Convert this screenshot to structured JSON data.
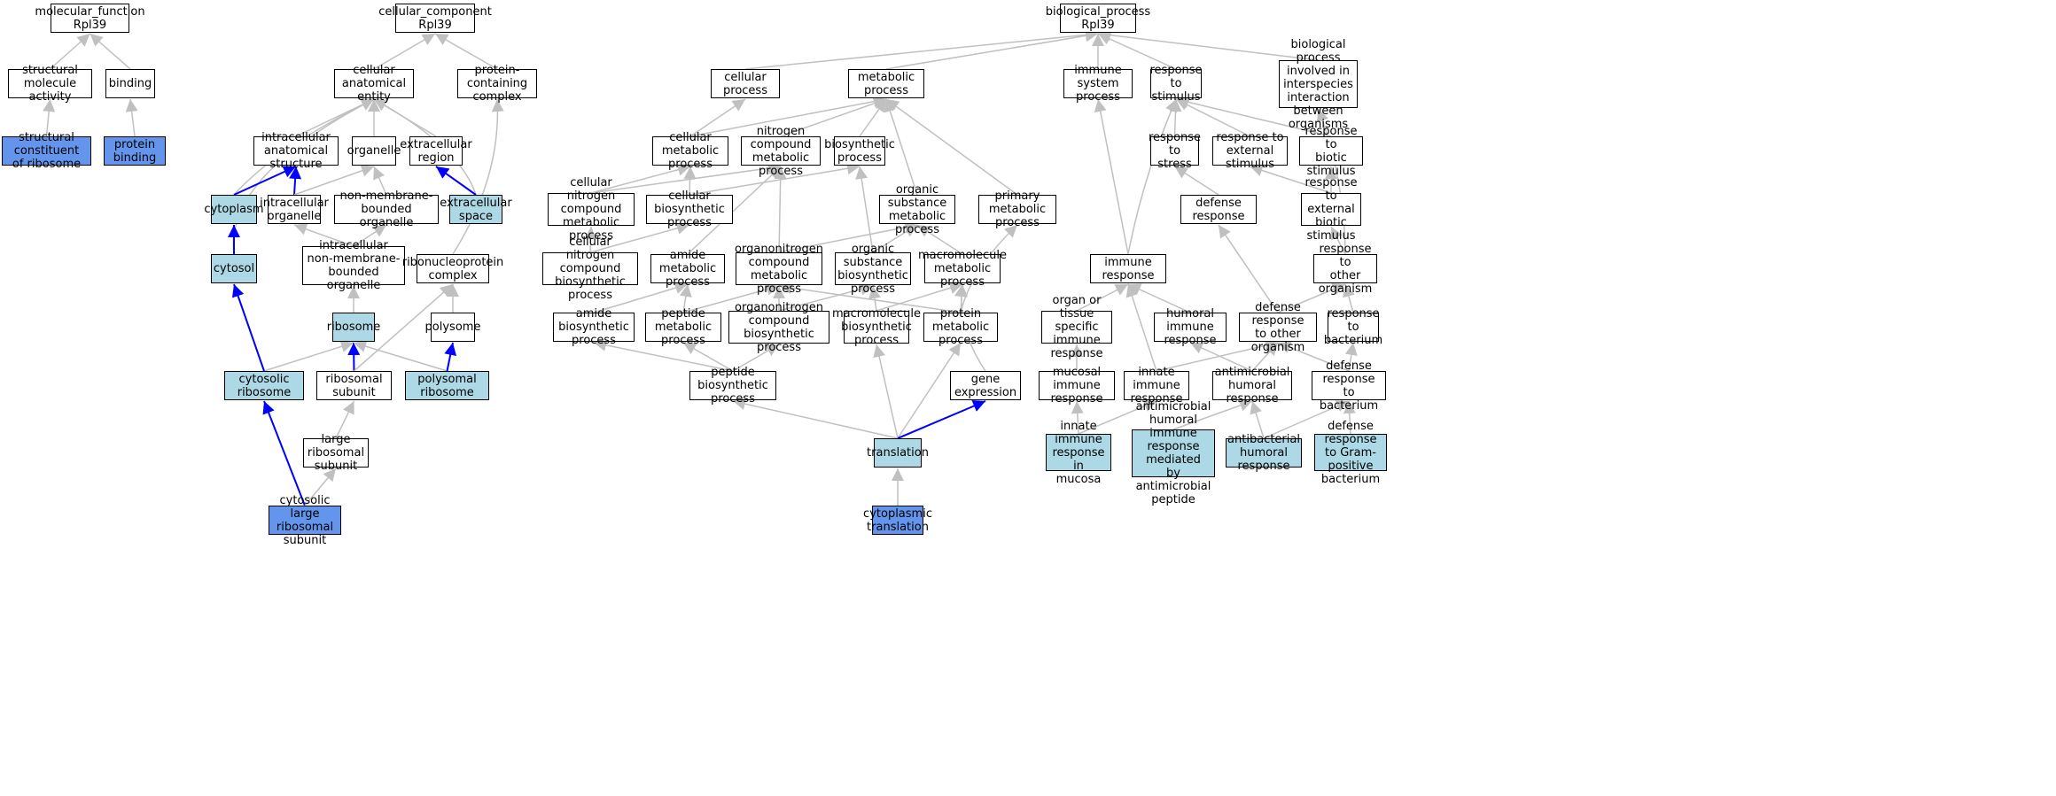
{
  "colors": {
    "edge_gray": "#c0c0c0",
    "edge_blue": "#0000ff",
    "light_fill": "#add8e6",
    "dark_fill": "#6495ed",
    "border": "#000000"
  },
  "nodes": {
    "mf": "molecular_function\nRpl39",
    "sma": "structural molecule\nactivity",
    "binding": "binding",
    "scr": "structural constituent\nof ribosome",
    "pb": "protein binding",
    "cc": "cellular_component\nRpl39",
    "cae": "cellular anatomical\nentity",
    "pcc": "protein-containing\ncomplex",
    "ias": "intracellular\nanatomical structure",
    "organelle": "organelle",
    "extreg": "extracellular\nregion",
    "cytoplasm": "cytoplasm",
    "io": "intracellular\norganelle",
    "nmbo": "non-membrane-bounded\norganelle",
    "extsp": "extracellular\nspace",
    "cytosol": "cytosol",
    "inmbo": "intracellular\nnon-membrane-bounded\norganelle",
    "rnpc": "ribonucleoprotein\ncomplex",
    "ribosome": "ribosome",
    "polysome": "polysome",
    "cytrib": "cytosolic ribosome",
    "ribsub": "ribosomal subunit",
    "polyrib": "polysomal ribosome",
    "lrs": "large ribosomal\nsubunit",
    "clrs": "cytosolic large\nribosomal subunit",
    "bp": "biological_process\nRpl39",
    "cp": "cellular process",
    "mp": "metabolic process",
    "isp": "immune system\nprocess",
    "rts": "response to\nstimulus",
    "bpii": "biological process\ninvolved in\ninterspecies\ninteraction\nbetween organisms",
    "cmp": "cellular metabolic\nprocess",
    "ncmp": "nitrogen compound\nmetabolic process",
    "biosyn": "biosynthetic\nprocess",
    "rtstress": "response to\nstress",
    "rtes": "response to\nexternal stimulus",
    "rtbs": "response to\nbiotic stimulus",
    "cncmp": "cellular nitrogen\ncompound metabolic\nprocess",
    "cbp": "cellular biosynthetic\nprocess",
    "osmp": "organic substance\nmetabolic process",
    "pmp": "primary metabolic\nprocess",
    "defresp": "defense response",
    "rtebs": "response to\nexternal biotic\nstimulus",
    "cncbp": "cellular nitrogen\ncompound biosynthetic\nprocess",
    "amp": "amide metabolic\nprocess",
    "oncmp": "organonitrogen\ncompound metabolic\nprocess",
    "osbp": "organic substance\nbiosynthetic\nprocess",
    "mmp": "macromolecule\nmetabolic process",
    "ir": "immune response",
    "rtoo": "response to\nother organism",
    "abp": "amide biosynthetic\nprocess",
    "pepmp": "peptide metabolic\nprocess",
    "oncbp": "organonitrogen\ncompound biosynthetic\nprocess",
    "mbp": "macromolecule\nbiosynthetic\nprocess",
    "protmp": "protein metabolic\nprocess",
    "otsir": "organ or tissue\nspecific immune\nresponse",
    "hir": "humoral immune\nresponse",
    "drtoo": "defense response\nto other organism",
    "rtbact": "response to\nbacterium",
    "pbp": "peptide biosynthetic\nprocess",
    "ge": "gene expression",
    "mir": "mucosal immune\nresponse",
    "iir": "innate immune\nresponse",
    "ahr": "antimicrobial\nhumoral response",
    "drtb": "defense response\nto bacterium",
    "translation": "translation",
    "iirm": "innate immune\nresponse in\nmucosa",
    "ahirm": "antimicrobial\nhumoral immune\nresponse mediated\nby antimicrobial\npeptide",
    "abhr": "antibacterial\nhumoral response",
    "drtgpb": "defense response\nto Gram-positive\nbacterium",
    "ct": "cytoplasmic\ntranslation"
  }
}
